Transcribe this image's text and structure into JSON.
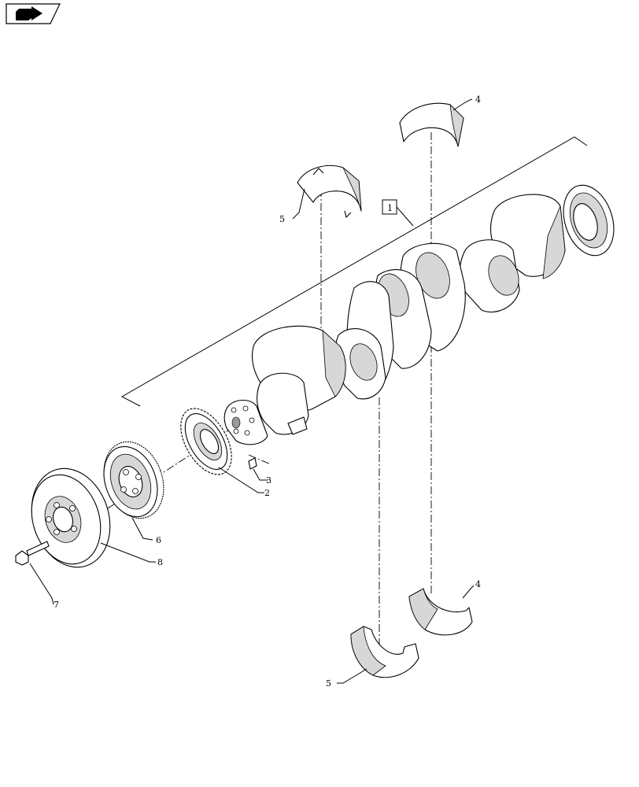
{
  "diagram": {
    "callouts": [
      {
        "id": "callout-1",
        "text": "4"
      },
      {
        "id": "callout-2",
        "text": "5"
      },
      {
        "id": "callout-3",
        "text": "1"
      },
      {
        "id": "callout-4",
        "text": "3"
      },
      {
        "id": "callout-5",
        "text": "2"
      },
      {
        "id": "callout-6",
        "text": "6"
      },
      {
        "id": "callout-7",
        "text": "8"
      },
      {
        "id": "callout-8",
        "text": "7"
      },
      {
        "id": "callout-9",
        "text": "4"
      },
      {
        "id": "callout-10",
        "text": "5"
      }
    ]
  },
  "icons": {
    "nav": "forward-arrow-icon"
  },
  "colors": {
    "line": "#000000",
    "background": "#ffffff",
    "shade": "#d7d7d7"
  }
}
